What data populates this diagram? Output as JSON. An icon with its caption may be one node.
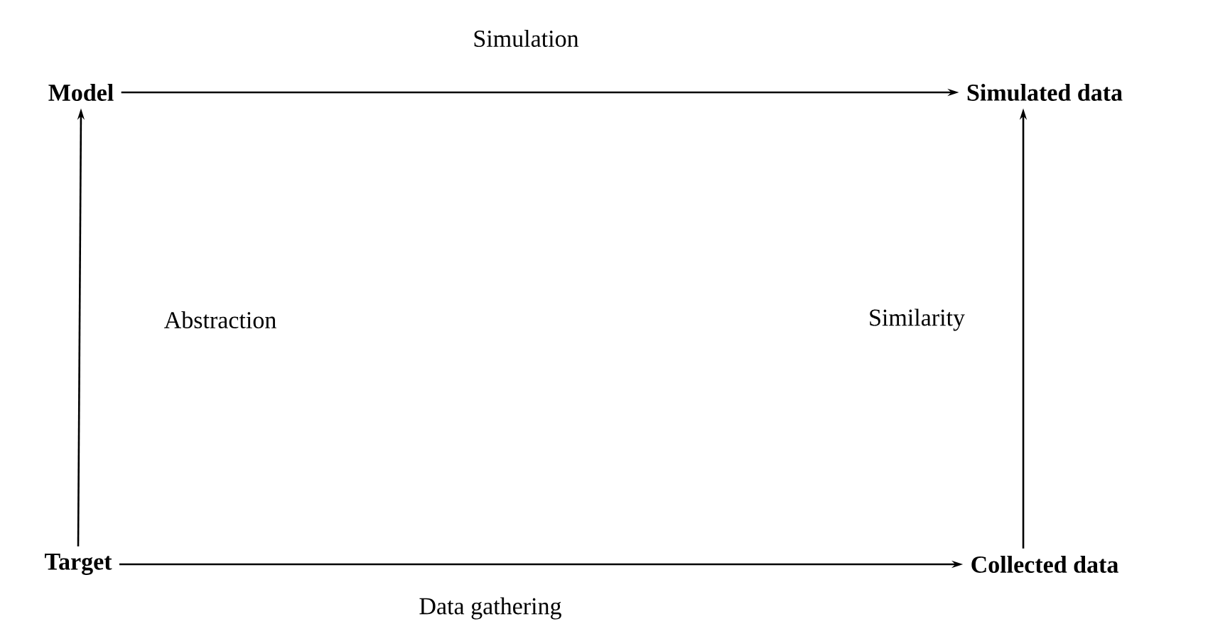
{
  "diagram": {
    "nodes": [
      {
        "text": [
          "Model"
        ]
      },
      {
        "text": [
          "Simulated data"
        ]
      },
      {
        "text": [
          "Target"
        ]
      },
      {
        "text": [
          "Collected data"
        ]
      }
    ],
    "edges": [
      {
        "from": 0,
        "to": 1,
        "arrow": "to",
        "label": "Simulation"
      },
      {
        "from": 2,
        "to": 0,
        "arrow": "to",
        "label": "Abstraction"
      },
      {
        "from": 3,
        "to": 1,
        "arrow": "to",
        "label": "Similarity"
      },
      {
        "from": 2,
        "to": 3,
        "arrow": "to",
        "label": "Data gathering"
      }
    ]
  }
}
